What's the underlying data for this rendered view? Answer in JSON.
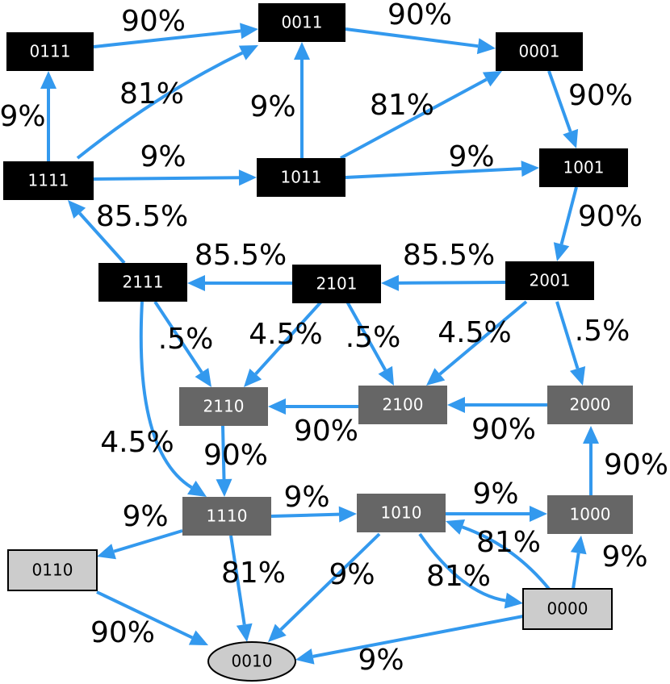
{
  "colors": {
    "edge": "#3399ee",
    "node_black": "#000000",
    "node_dark_gray": "#666666",
    "node_light_gray": "#cccccc",
    "text_light": "#ffffff",
    "text_dark": "#000000"
  },
  "nodes": [
    {
      "id": "n0111",
      "label": "0111",
      "style": "black"
    },
    {
      "id": "n0011",
      "label": "0011",
      "style": "black"
    },
    {
      "id": "n0001",
      "label": "0001",
      "style": "black"
    },
    {
      "id": "n1111",
      "label": "1111",
      "style": "black"
    },
    {
      "id": "n1011",
      "label": "1011",
      "style": "black"
    },
    {
      "id": "n1001",
      "label": "1001",
      "style": "black"
    },
    {
      "id": "n2111",
      "label": "2111",
      "style": "black"
    },
    {
      "id": "n2101",
      "label": "2101",
      "style": "black"
    },
    {
      "id": "n2001",
      "label": "2001",
      "style": "black"
    },
    {
      "id": "n2110",
      "label": "2110",
      "style": "dark"
    },
    {
      "id": "n2100",
      "label": "2100",
      "style": "dark"
    },
    {
      "id": "n2000",
      "label": "2000",
      "style": "dark"
    },
    {
      "id": "n1110",
      "label": "1110",
      "style": "dark"
    },
    {
      "id": "n1010",
      "label": "1010",
      "style": "dark"
    },
    {
      "id": "n1000",
      "label": "1000",
      "style": "dark"
    },
    {
      "id": "n0110",
      "label": "0110",
      "style": "light"
    },
    {
      "id": "n0000",
      "label": "0000",
      "style": "light"
    },
    {
      "id": "n0010",
      "label": "0010",
      "style": "ellipse"
    }
  ],
  "edges": [
    {
      "from": "n0111",
      "to": "n0011",
      "label": "90%"
    },
    {
      "from": "n0011",
      "to": "n0001",
      "label": "90%"
    },
    {
      "from": "n1111",
      "to": "n0111",
      "label": "9%"
    },
    {
      "from": "n1111",
      "to": "n0011",
      "label": "81%"
    },
    {
      "from": "n1011",
      "to": "n0011",
      "label": "9%"
    },
    {
      "from": "n1011",
      "to": "n0001",
      "label": "81%"
    },
    {
      "from": "n0001",
      "to": "n1001",
      "label": "90%"
    },
    {
      "from": "n1111",
      "to": "n1011",
      "label": "9%"
    },
    {
      "from": "n1011",
      "to": "n1001",
      "label": "9%"
    },
    {
      "from": "n2111",
      "to": "n1111",
      "label": "85.5%"
    },
    {
      "from": "n2101",
      "to": "n2111",
      "label": "85.5%"
    },
    {
      "from": "n2001",
      "to": "n2101",
      "label": "85.5%"
    },
    {
      "from": "n1001",
      "to": "n2001",
      "label": "90%"
    },
    {
      "from": "n2111",
      "to": "n2110",
      "label": ".5%"
    },
    {
      "from": "n2101",
      "to": "n2110",
      "label": "4.5%"
    },
    {
      "from": "n2101",
      "to": "n2100",
      "label": ".5%"
    },
    {
      "from": "n2001",
      "to": "n2100",
      "label": "4.5%"
    },
    {
      "from": "n2001",
      "to": "n2000",
      "label": ".5%"
    },
    {
      "from": "n2100",
      "to": "n2110",
      "label": "90%"
    },
    {
      "from": "n2000",
      "to": "n2100",
      "label": "90%"
    },
    {
      "from": "n2111",
      "to": "n1110",
      "label": "4.5%"
    },
    {
      "from": "n2110",
      "to": "n1110",
      "label": "90%"
    },
    {
      "from": "n1000",
      "to": "n2000",
      "label": "90%"
    },
    {
      "from": "n1110",
      "to": "n1010",
      "label": "9%"
    },
    {
      "from": "n1010",
      "to": "n1000",
      "label": "9%"
    },
    {
      "from": "n1110",
      "to": "n0110",
      "label": "9%"
    },
    {
      "from": "n1110",
      "to": "n0010",
      "label": "81%"
    },
    {
      "from": "n1010",
      "to": "n0010",
      "label": "9%"
    },
    {
      "from": "n1010",
      "to": "n0000",
      "label": "81%"
    },
    {
      "from": "n0000",
      "to": "n1010",
      "label": "81%"
    },
    {
      "from": "n0000",
      "to": "n1000",
      "label": "9%"
    },
    {
      "from": "n0110",
      "to": "n0010",
      "label": "90%"
    },
    {
      "from": "n0000",
      "to": "n0010",
      "label": "9%"
    }
  ]
}
